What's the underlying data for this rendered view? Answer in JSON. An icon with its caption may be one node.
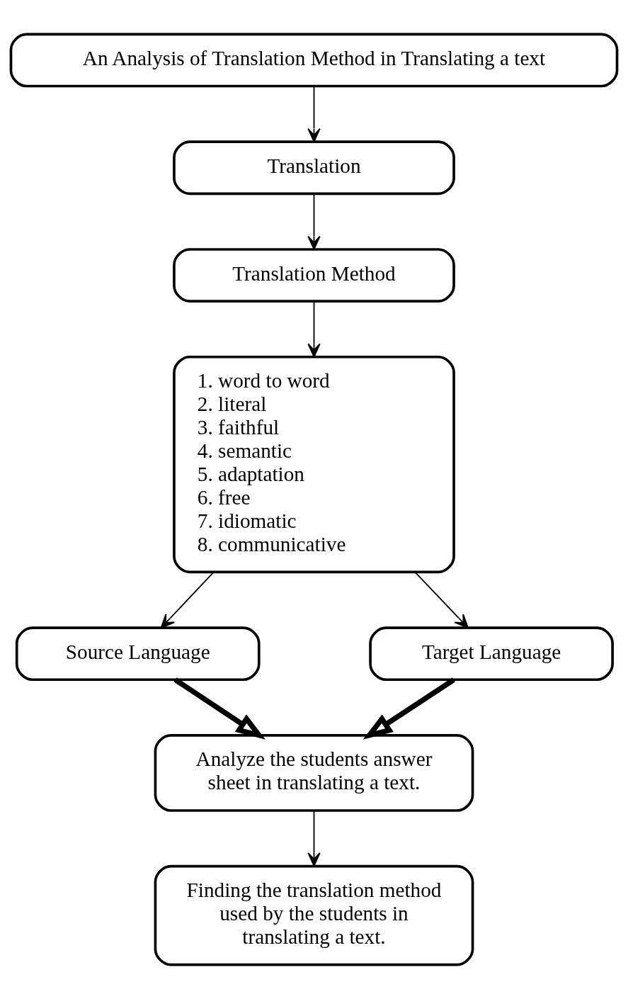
{
  "diagram": {
    "nodes": [
      {
        "text": [
          "An Analysis of Translation Method in Translating a text"
        ]
      },
      {
        "text": [
          "Translation"
        ]
      },
      {
        "text": [
          "Translation Method"
        ]
      },
      {
        "text": [
          "1. word to word",
          "2. literal",
          "3. faithful",
          "4. semantic",
          "5. adaptation",
          "6. free",
          "7. idiomatic",
          "8. communicative"
        ]
      },
      {
        "text": [
          "Source Language"
        ]
      },
      {
        "text": [
          "Target Language"
        ]
      },
      {
        "text": [
          "Analyze the students answer sheet in translating a text."
        ]
      },
      {
        "text": [
          "Finding the translation method used by the students in translating a text."
        ]
      }
    ],
    "edges": [
      {
        "from": 0,
        "to": 1,
        "arrow": "to"
      },
      {
        "from": 1,
        "to": 2,
        "arrow": "to"
      },
      {
        "from": 2,
        "to": 3,
        "arrow": "to"
      },
      {
        "from": 3,
        "to": 4,
        "arrow": "to"
      },
      {
        "from": 3,
        "to": 5,
        "arrow": "to"
      },
      {
        "from": 4,
        "to": 6,
        "arrow": "to",
        "style": "thick"
      },
      {
        "from": 5,
        "to": 6,
        "arrow": "to",
        "style": "thick"
      },
      {
        "from": 6,
        "to": 7,
        "arrow": "to"
      }
    ]
  }
}
